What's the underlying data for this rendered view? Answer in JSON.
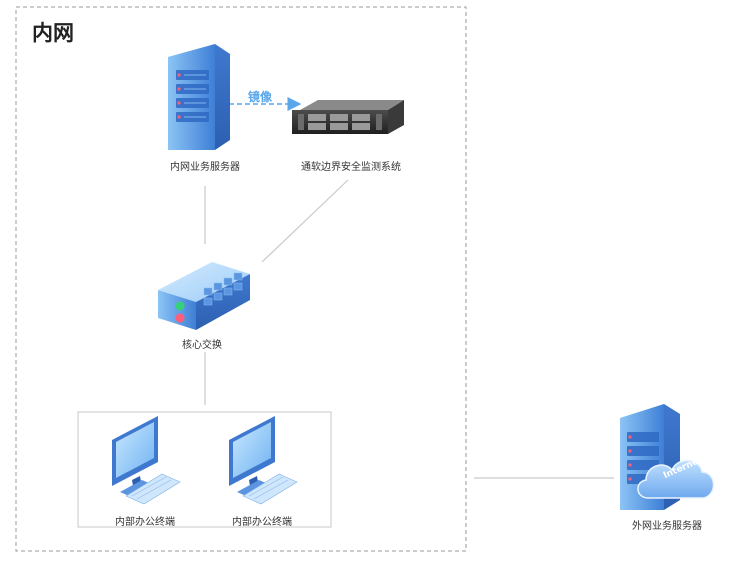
{
  "diagram": {
    "zone_title": "内网",
    "edge_mirror_label": "镜像",
    "nodes": {
      "internal_server": "内网业务服务器",
      "monitor_system": "通软边界安全监测系统",
      "core_switch": "核心交换",
      "terminal_1": "内部办公终端",
      "terminal_2": "内部办公终端",
      "external_server": "外网业务服务器",
      "cloud_text": "Internet"
    }
  },
  "colors": {
    "device_blue": "#4a90e2",
    "device_blue_light": "#a9d3fa",
    "connector_gray": "#c9c9c9",
    "mirror_blue": "#5aa6ea",
    "zone_border": "#9a9a9a"
  }
}
